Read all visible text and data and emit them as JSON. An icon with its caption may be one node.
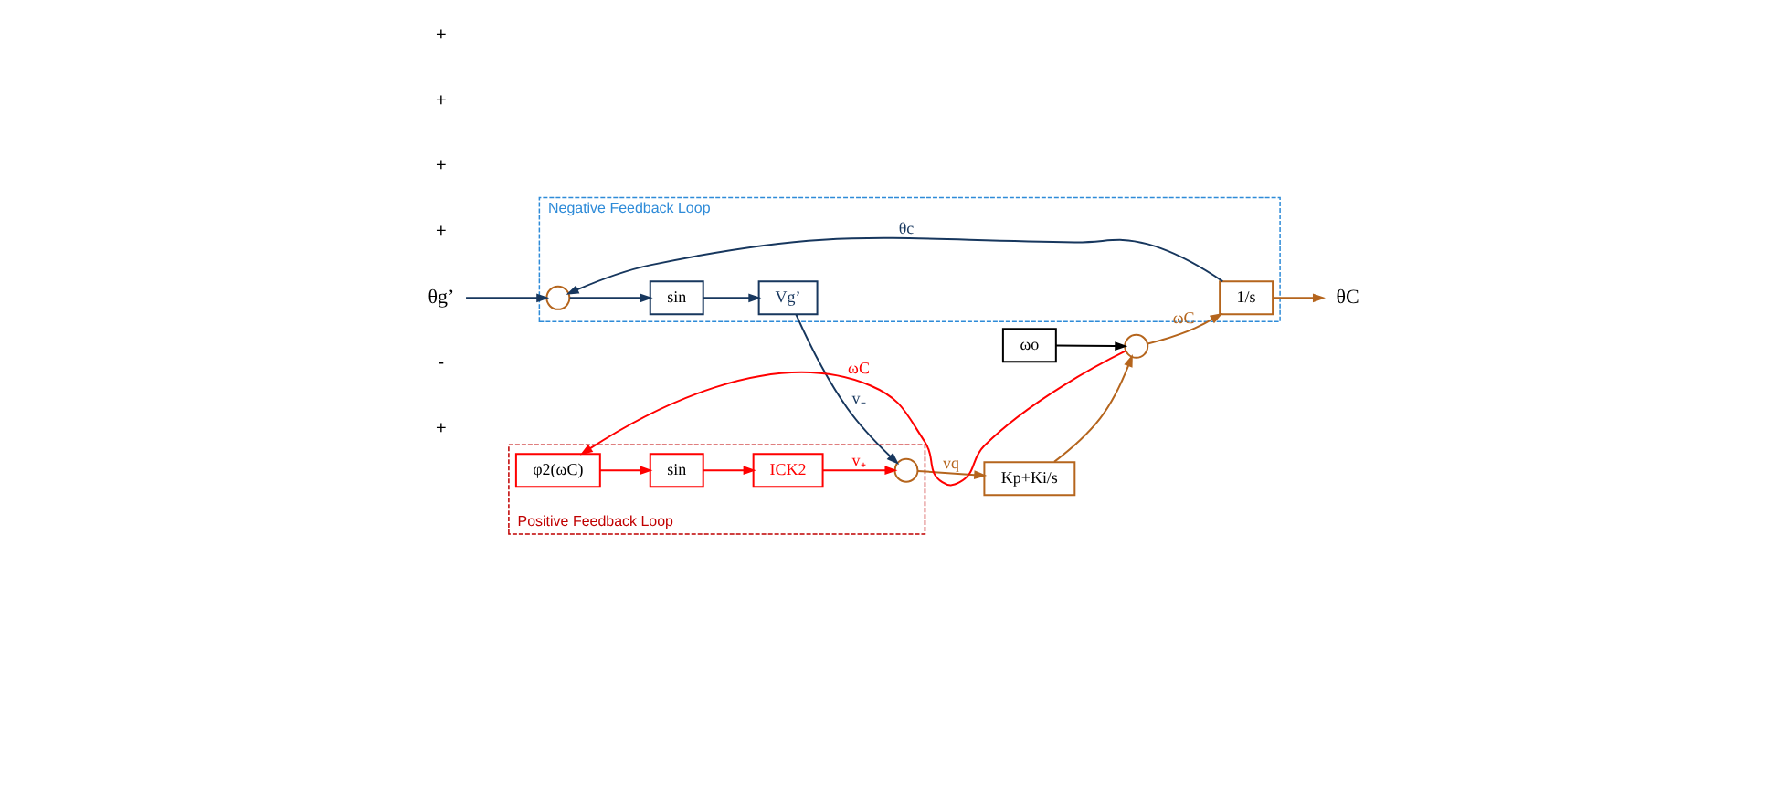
{
  "diagram": {
    "nodes": [
      {
        "text": [
          "Negative Feedback Loop"
        ]
      },
      {
        "text": [
          "θg’"
        ]
      },
      {
        "text": [],
        "shape": "circle",
        "in": 0
      },
      {
        "text": [
          "sin"
        ],
        "in": 0
      },
      {
        "text": [
          "Vg’"
        ],
        "in": 0
      },
      {
        "text": [
          "Positive Feedback Loop"
        ]
      },
      {
        "text": [],
        "shape": "circle",
        "in": 5
      },
      {
        "text": [
          "φ2(ωC)"
        ],
        "in": 5
      },
      {
        "text": [
          "sin"
        ],
        "in": 5
      },
      {
        "text": [
          "ICK2"
        ],
        "in": 5
      },
      {
        "text": [
          "Kp+Ki/s"
        ]
      },
      {
        "text": [
          "ωo"
        ]
      },
      {
        "text": [],
        "shape": "circle"
      },
      {
        "text": [
          "1/s"
        ],
        "in": 0
      },
      {
        "text": [
          "θC"
        ]
      }
    ],
    "edges": [
      {
        "from": 1,
        "to": 2,
        "arrow": "to"
      },
      {
        "from": 2,
        "to": 3,
        "arrow": "to"
      },
      {
        "from": 3,
        "to": 4,
        "arrow": "to"
      },
      {
        "from": 4,
        "to": 6,
        "arrow": "to",
        "label": "v₋"
      },
      {
        "from": 7,
        "to": 8,
        "arrow": "to",
        "color": "#ff0000"
      },
      {
        "from": 8,
        "to": 9,
        "arrow": "to",
        "color": "#ff0000"
      },
      {
        "from": 9,
        "to": 6,
        "arrow": "to",
        "label": "v₊",
        "color": "#ff0000"
      },
      {
        "from": 6,
        "to": 10,
        "arrow": "to",
        "label": "vq",
        "color": "#b5651d"
      },
      {
        "from": 10,
        "to": 12,
        "arrow": "to",
        "color": "#b5651d"
      },
      {
        "from": 11,
        "to": 12,
        "arrow": "to",
        "color": "#000000"
      },
      {
        "from": 12,
        "to": 13,
        "arrow": "to",
        "label": "ωC",
        "color": "#b5651d"
      },
      {
        "from": 13,
        "to": 14,
        "arrow": "to",
        "color": "#b5651d"
      },
      {
        "from": 13,
        "to": 2,
        "arrow": "to",
        "label": "θc"
      },
      {
        "from": 12,
        "to": 7,
        "arrow": "to",
        "label": "ωC",
        "color": "#ff0000"
      }
    ],
    "labels": [
      "-",
      "+",
      "+",
      "+",
      "+",
      "+"
    ]
  }
}
